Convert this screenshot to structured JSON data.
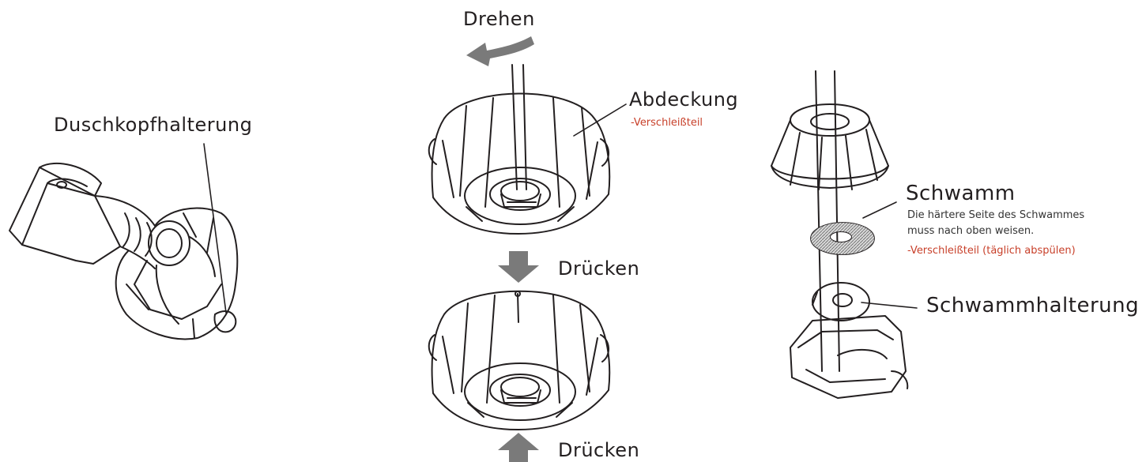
{
  "labels": {
    "shower_holder": "Duschkopfhalterung",
    "rotate": "Drehen",
    "cover": "Abdeckung",
    "cover_note": "-Verschleißteil",
    "press_top": "Drücken",
    "press_bottom": "Drücken",
    "sponge": "Schwamm",
    "sponge_note_line1": "Die härtere Seite des Schwammes",
    "sponge_note_line2": "muss nach oben weisen.",
    "sponge_wear": "-Verschleißteil (täglich abspülen)",
    "sponge_holder": "Schwammhalterung"
  },
  "colors": {
    "line": "#231f20",
    "arrow": "#7a7a7a",
    "accent": "#c8402a"
  }
}
